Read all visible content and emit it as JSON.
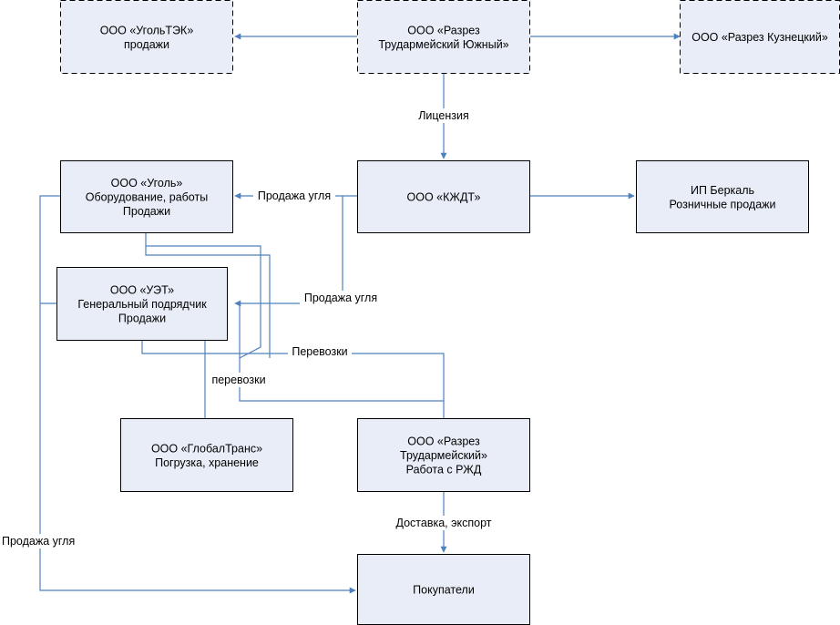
{
  "colors": {
    "box_fill": "#E8EDF7",
    "box_stroke": "#000000",
    "line": "#4F81BD",
    "text": "#000000",
    "background": "#FFFFFF"
  },
  "nodes": {
    "ugoltek": {
      "lines": [
        "ООО «УгольТЭК»",
        "продажи"
      ],
      "style": "dashed"
    },
    "razrez_yuzhny": {
      "lines": [
        "ООО «Разрез",
        "Трудармейский Южный»"
      ],
      "style": "dashed"
    },
    "razrez_kuznetsky": {
      "lines": [
        "ООО «Разрез Кузнецкий»"
      ],
      "style": "dashed"
    },
    "ugol": {
      "lines": [
        "ООО «Уголь»",
        "Оборудование, работы",
        "Продажи"
      ],
      "style": "solid"
    },
    "kzhdt": {
      "lines": [
        "ООО «КЖДТ»"
      ],
      "style": "solid"
    },
    "berkal": {
      "lines": [
        "ИП Беркаль",
        "Розничные продажи"
      ],
      "style": "solid"
    },
    "uet": {
      "lines": [
        "ООО «УЭТ»",
        "Генеральный подрядчик",
        "Продажи"
      ],
      "style": "solid"
    },
    "globaltrans": {
      "lines": [
        "ООО «ГлобалТранс»",
        "Погрузка, хранение"
      ],
      "style": "solid"
    },
    "razrez_trud": {
      "lines": [
        "ООО «Разрез",
        "Трудармейский»",
        "Работа с РЖД"
      ],
      "style": "solid"
    },
    "pokupateli": {
      "lines": [
        "Покупатели"
      ],
      "style": "solid"
    }
  },
  "edge_labels": {
    "license": "Лицензия",
    "sale_to_ugol": "Продажа угля",
    "sale_to_uet": "Продажа угля",
    "transport_upper": "Перевозки",
    "transport_lower": "перевозки",
    "delivery": "Доставка, экспорт",
    "sale_to_buyers": "Продажа угля"
  }
}
